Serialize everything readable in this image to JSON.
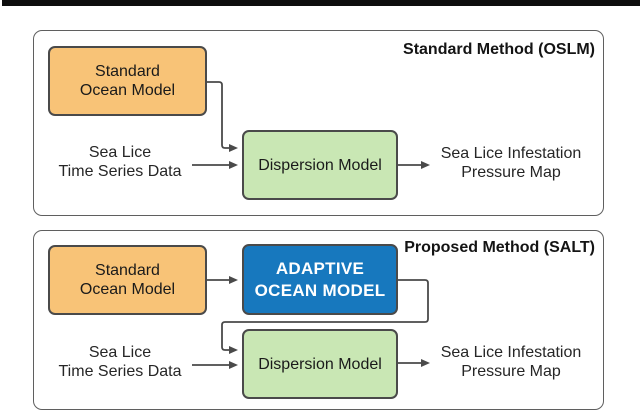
{
  "colors": {
    "ink": "#1f1f1f",
    "stroke": "#4a4a4a",
    "panel-border": "#5f5f5f",
    "orange-fill": "#f8c377",
    "green-fill": "#c9e7b4",
    "blue-fill": "#1778be",
    "blue-text": "#ffffff",
    "topbar": "#0e0e0e",
    "bg": "#ffffff"
  },
  "oslm": {
    "title": "Standard Method (OSLM)",
    "ocean_model": "Standard\nOcean Model",
    "input_label": "Sea Lice\nTime Series Data",
    "dispersion": "Dispersion Model",
    "output_label": "Sea Lice Infestation\nPressure Map"
  },
  "salt": {
    "title": "Proposed Method (SALT)",
    "ocean_model": "Standard\nOcean Model",
    "adaptive": "ADAPTIVE\nOCEAN MODEL",
    "input_label": "Sea Lice\nTime Series Data",
    "dispersion": "Dispersion Model",
    "output_label": "Sea Lice Infestation\nPressure Map"
  }
}
